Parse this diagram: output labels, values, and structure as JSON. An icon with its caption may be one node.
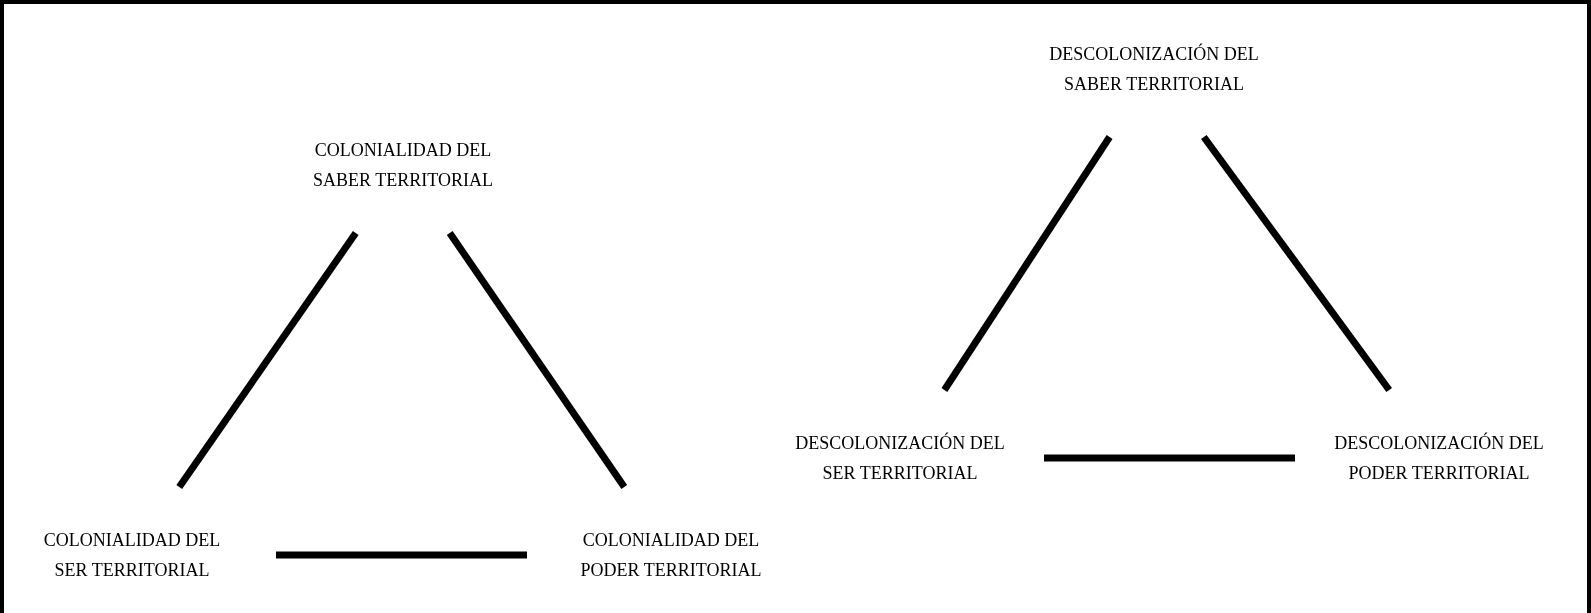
{
  "diagram": {
    "nodes": [
      {
        "text": [
          "COLONIALIDAD DEL SABER TERRITORIAL"
        ]
      },
      {
        "text": [
          "COLONIALIDAD DEL SER TERRITORIAL"
        ]
      },
      {
        "text": [
          "COLONIALIDAD DEL PODER TERRITORIAL"
        ]
      },
      {
        "text": [
          "DESCOLONIZACIÓN DEL SABER TERRITORIAL"
        ]
      },
      {
        "text": [
          "DESCOLONIZACIÓN DEL SER TERRITORIAL"
        ]
      },
      {
        "text": [
          "DESCOLONIZACIÓN DEL PODER TERRITORIAL"
        ]
      }
    ],
    "edges": [
      {
        "from": 0,
        "to": 1,
        "arrow": "none"
      },
      {
        "from": 0,
        "to": 2,
        "arrow": "none"
      },
      {
        "from": 1,
        "to": 2,
        "arrow": "none"
      },
      {
        "from": 3,
        "to": 4,
        "arrow": "none"
      },
      {
        "from": 3,
        "to": 5,
        "arrow": "none"
      },
      {
        "from": 4,
        "to": 5,
        "arrow": "none"
      }
    ]
  }
}
